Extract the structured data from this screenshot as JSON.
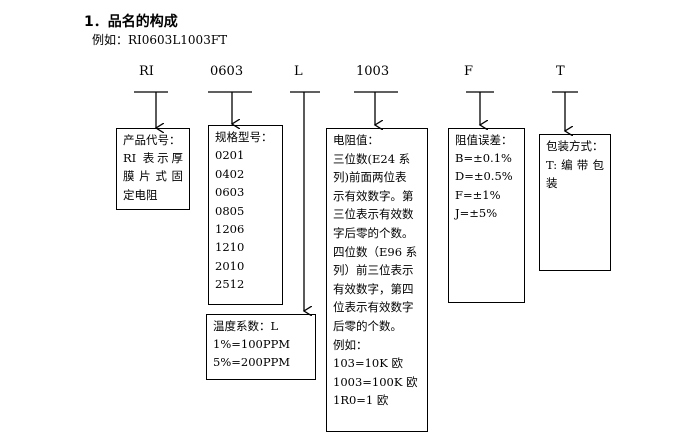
{
  "heading": "1．品名的构成",
  "example": "例如：RI0603L1003FT",
  "codes": [
    "RI",
    "0603",
    "L",
    "1003",
    "F",
    "T"
  ],
  "boxes": {
    "product_code": {
      "title": "产品代号：",
      "lines": [
        "RI 表示厚",
        "膜片式固",
        "定电阻"
      ]
    },
    "size_model": {
      "title": "规格型号：",
      "items": [
        "0201",
        "0402",
        "0603",
        "0805",
        "1206",
        "1210",
        "2010",
        "2512"
      ]
    },
    "temp_coeff": {
      "title": "温度系数：L",
      "lines": [
        "1%=100PPM",
        "5%=200PPM"
      ]
    },
    "resistance": {
      "title": "电阻值：",
      "lines": [
        "三位数(E24 系",
        "列)前面两位表",
        "示有效数字。第",
        "三位表示有效数",
        "字后零的个数。",
        "四位数（E96 系",
        "列）前三位表示",
        "有效数字，第四",
        "位表示有效数字",
        "后零的个数。",
        "例如：",
        "103=10K 欧",
        "1003=100K 欧",
        "1R0=1 欧"
      ]
    },
    "tolerance": {
      "title": "阻值误差：",
      "lines": [
        "B=±0.1%",
        "D=±0.5%",
        "F=±1%",
        "J=±5%"
      ]
    },
    "packaging": {
      "title": "包装方式：",
      "lines": [
        "T: 编 带 包",
        "装"
      ]
    }
  }
}
